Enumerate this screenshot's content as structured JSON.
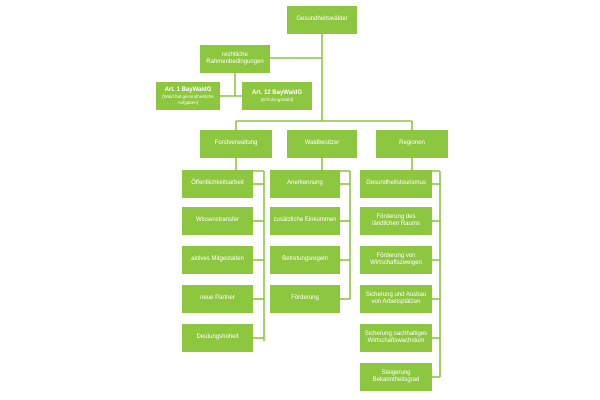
{
  "root": {
    "label": "Gesundheitswälder"
  },
  "legal": {
    "label": "rechtliche Rahmenbedingungen",
    "art1": {
      "title": "Art. 1 BayWaldG",
      "sub": "(Wald hat gesundheitliche Aufgaben)"
    },
    "art12": {
      "title": "Art. 12 BayWaldG",
      "sub": "(Erholungswald)"
    }
  },
  "columns": [
    {
      "label": "Forstverwaltung",
      "items": [
        "Öffentlichkeitsarbeit",
        "Wissenstransfer",
        "aktives Mitgestalten",
        "neue Partner",
        "Deutungshoheit"
      ]
    },
    {
      "label": "Waldbesitzer",
      "items": [
        "Anerkennung",
        "zusätzliche Einkommen",
        "Betretungsregeln",
        "Förderung"
      ]
    },
    {
      "label": "Regionen",
      "items": [
        "Gesundheitstourismus",
        "Förderung des ländlichen Raums",
        "Förderung von Wirtschaftszweigen",
        "Sicherung und Ausbau von Arbeitsplätzen",
        "Sicherung nachhaltiges Wirtschaftswachstum",
        "Steigerung Bekanntheitsgrad"
      ]
    }
  ],
  "colors": {
    "box": "#8dc63f",
    "line": "#8dc63f",
    "text": "#ffffff"
  }
}
